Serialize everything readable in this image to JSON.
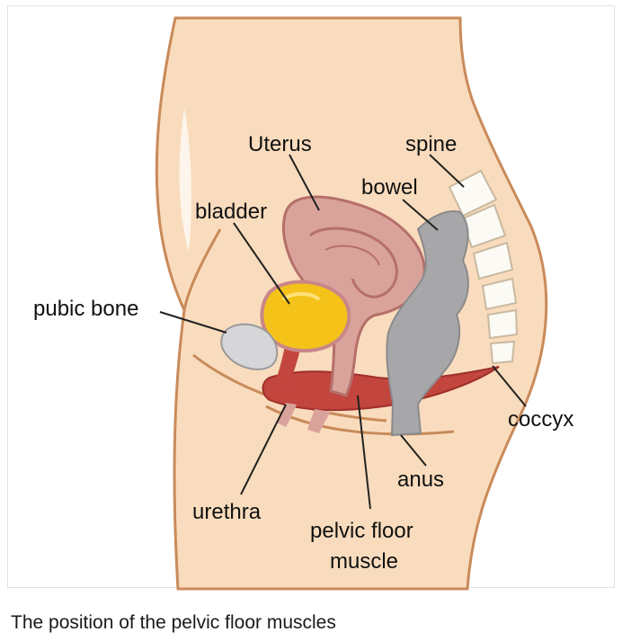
{
  "labels": {
    "uterus": "Uterus",
    "spine": "spine",
    "bowel": "bowel",
    "bladder": "bladder",
    "pubic_bone": "pubic bone",
    "coccyx": "coccyx",
    "anus": "anus",
    "urethra": "urethra",
    "pelvic_floor_line1": "pelvic floor",
    "pelvic_floor_line2": "muscle"
  },
  "caption": "The position of the pelvic floor muscles",
  "colors": {
    "skin": "#f9dcbd",
    "skin_outline": "#c98a5a",
    "uterus": "#d9a39b",
    "uterus_outline": "#b56f6a",
    "bladder": "#f5c21a",
    "bladder_outline": "#c98788",
    "bowel": "#a7a7a9",
    "bowel_outline": "#8a8a8c",
    "muscle": "#c2453e",
    "pubic_bone": "#d6d6d8",
    "vertebra": "#fbfaf5"
  }
}
